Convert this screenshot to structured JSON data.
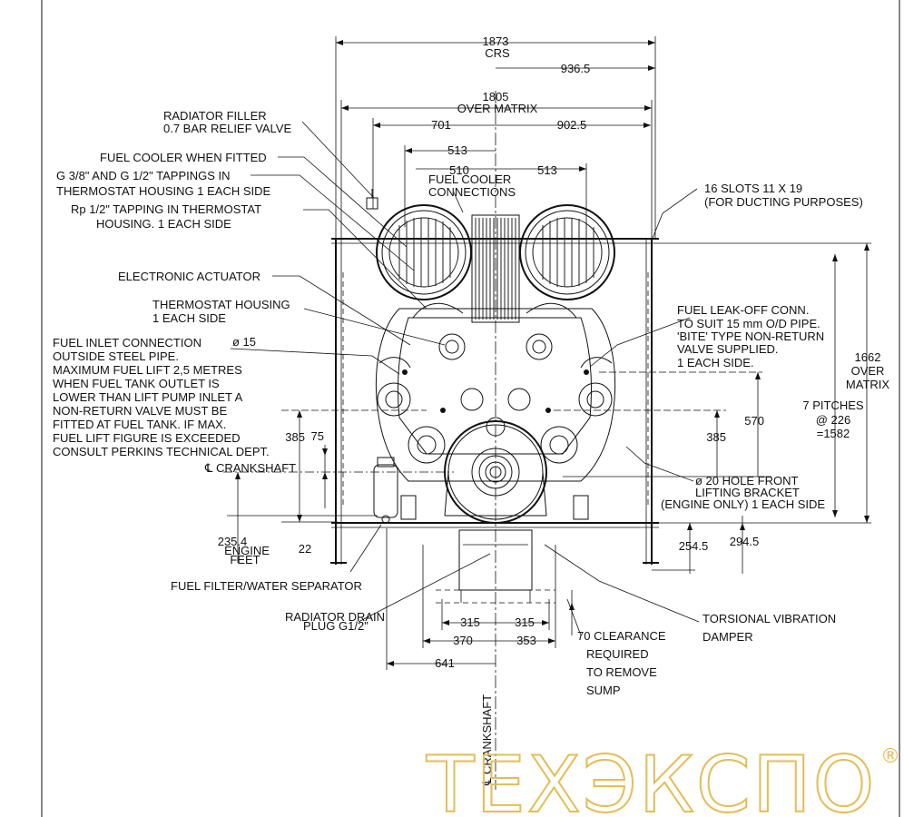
{
  "dimensions": {
    "crs": "1873",
    "crs_label": "CRS",
    "half_crs": "936.5",
    "over_matrix": "1805",
    "over_matrix_label": "OVER MATRIX",
    "left_701": "701",
    "right_902_5": "902.5",
    "left_513": "513",
    "left_510": "510",
    "right_513": "513",
    "height_1662": "1662",
    "height_1662_over": "OVER",
    "height_1662_matrix": "MATRIX",
    "pitches_line1": "7 PITCHES",
    "pitches_line2": "@ 226",
    "pitches_line3": "=1582",
    "d_570": "570",
    "d_385_right": "385",
    "d_385_left": "385",
    "d_75": "75",
    "d_254_5": "254.5",
    "d_294_5": "294.5",
    "d_235_4": "235.4",
    "engine_feet_1": "ENGINE",
    "engine_feet_2": "FEET",
    "d_22": "22",
    "d_315_left": "315",
    "d_315_right": "315",
    "d_370": "370",
    "d_353": "353",
    "d_641": "641",
    "phi_15": "ø 15"
  },
  "labels": {
    "radiator_filler_1": "RADIATOR FILLER",
    "radiator_filler_2": "0.7 BAR RELIEF VALVE",
    "fuel_cooler": "FUEL COOLER WHEN FITTED",
    "tappings_1": "G 3/8\" AND G 1/2\" TAPPINGS IN",
    "tappings_2": "THERMOSTAT HOUSING 1 EACH SIDE",
    "rp_1": "Rp 1/2\" TAPPING IN THERMOSTAT",
    "rp_2": "HOUSING. 1 EACH SIDE",
    "fuel_cooler_conn_1": "FUEL COOLER",
    "fuel_cooler_conn_2": "CONNECTIONS",
    "slots_1": "16 SLOTS 11 X 19",
    "slots_2": "(FOR DUCTING PURPOSES)",
    "electronic_actuator": "ELECTRONIC ACTUATOR",
    "thermostat_1": "THERMOSTAT HOUSING",
    "thermostat_2": "1 EACH SIDE",
    "fuel_inlet_lines": [
      "FUEL INLET CONNECTION",
      "OUTSIDE STEEL PIPE.",
      "MAXIMUM FUEL LIFT 2,5 METRES",
      "WHEN FUEL TANK OUTLET IS",
      "LOWER THAN LIFT PUMP INLET A",
      "NON-RETURN VALVE MUST BE",
      "FITTED AT FUEL TANK. IF MAX.",
      "FUEL LIFT FIGURE IS EXCEEDED",
      "CONSULT PERKINS TECHNICAL DEPT."
    ],
    "leakoff_lines": [
      "FUEL LEAK-OFF CONN.",
      "TO SUIT 15 mm O/D PIPE.",
      "'BITE' TYPE NON-RETURN",
      "VALVE SUPPLIED.",
      "1 EACH SIDE."
    ],
    "crankshaft": "℄ CRANKSHAFT",
    "hole_lines": [
      "ø 20 HOLE FRONT",
      "LIFTING BRACKET",
      "(ENGINE ONLY) 1 EACH SIDE"
    ],
    "fuel_filter": "FUEL FILTER/WATER SEPARATOR",
    "radiator_drain_1": "RADIATOR DRAIN",
    "radiator_drain_2": "PLUG G1/2\"",
    "torsional_1": "TORSIONAL VIBRATION",
    "torsional_2": "DAMPER",
    "clearance_lines": [
      "70 CLEARANCE",
      "REQUIRED",
      "TO REMOVE",
      "SUMP"
    ],
    "crankshaft_vertical": "℄ CRANKSHAFT"
  },
  "watermark": {
    "text": "ТЕХЭКСПО",
    "registered": "®",
    "color": "#e3bd55"
  }
}
